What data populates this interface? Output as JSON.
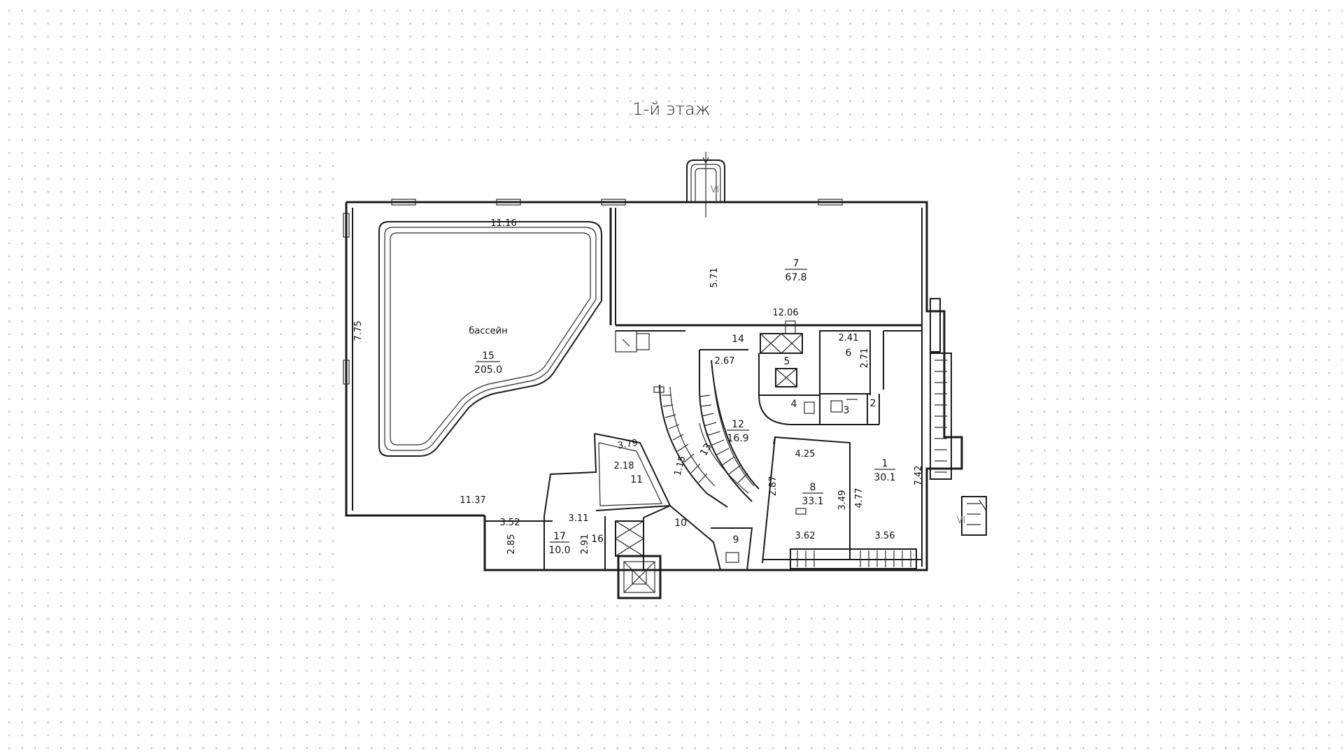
{
  "title": "1-й этаж",
  "rooms": [
    {
      "number": "15",
      "area": "205.0",
      "name": "бассейн"
    },
    {
      "number": "7",
      "area": "67.8"
    },
    {
      "number": "12",
      "area": "16.9"
    },
    {
      "number": "8",
      "area": "33.1"
    },
    {
      "number": "1",
      "area": "30.1"
    },
    {
      "number": "17",
      "area": "10.0"
    },
    {
      "number": "16"
    },
    {
      "number": "14"
    },
    {
      "number": "13"
    },
    {
      "number": "11"
    },
    {
      "number": "10"
    },
    {
      "number": "9"
    },
    {
      "number": "6"
    },
    {
      "number": "5"
    },
    {
      "number": "4"
    },
    {
      "number": "3"
    },
    {
      "number": "2"
    }
  ],
  "dimensions": [
    "11.16",
    "7.75",
    "11.37",
    "5.71",
    "12.06",
    "2.67",
    "2.41",
    "2.71",
    "3.79",
    "2.18",
    "1.15",
    "4.25",
    "2.87",
    "3.49",
    "4.77",
    "7.42",
    "3.52",
    "2.85",
    "3.11",
    "2.91",
    "3.62",
    "3.56"
  ],
  "markers": [
    "VI",
    "VI"
  ]
}
